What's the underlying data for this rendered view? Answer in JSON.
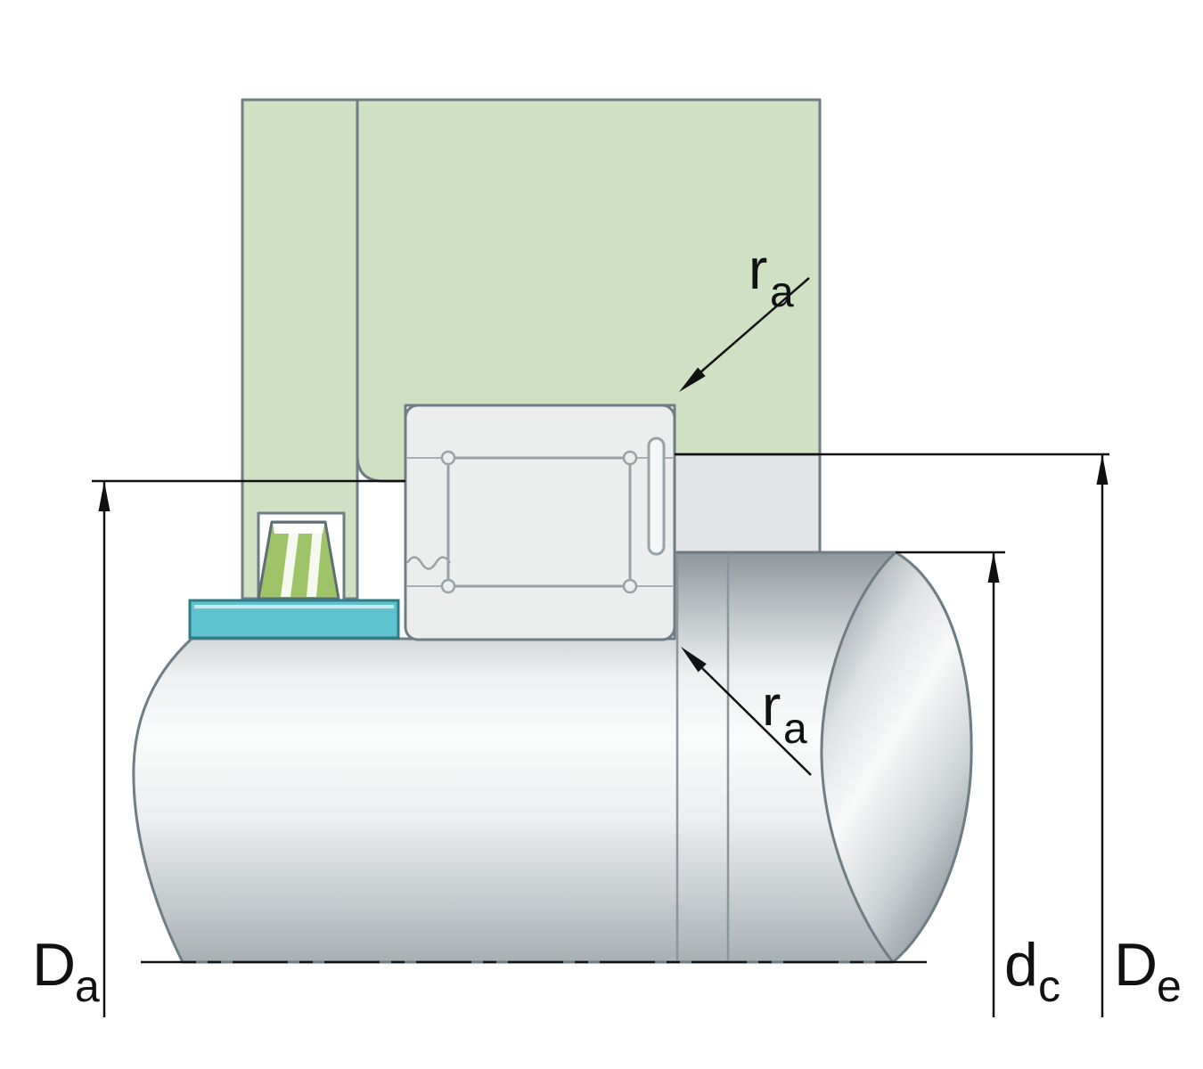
{
  "diagram": {
    "type": "technical-cross-section",
    "description": "Bearing mounting arrangement cross-section showing housing, shaft, abutment spacer and seal with fitting dimensions"
  },
  "colors": {
    "housing_green": "#cfe0c3",
    "seal_green": "#9fc468",
    "spacer_teal": "#5ec3cd",
    "bearing_gray": "#eceeee",
    "block_gray": "#e2e5e6",
    "outline": "#6f7d85",
    "inner_outline": "#98a2a7",
    "dimension": "#111111"
  },
  "labels": {
    "Da": {
      "main": "D",
      "sub": "a"
    },
    "De": {
      "main": "D",
      "sub": "e"
    },
    "dc": {
      "main": "d",
      "sub": "c"
    },
    "ra_top": {
      "main": "r",
      "sub": "a"
    },
    "ra_bottom": {
      "main": "r",
      "sub": "a"
    }
  }
}
